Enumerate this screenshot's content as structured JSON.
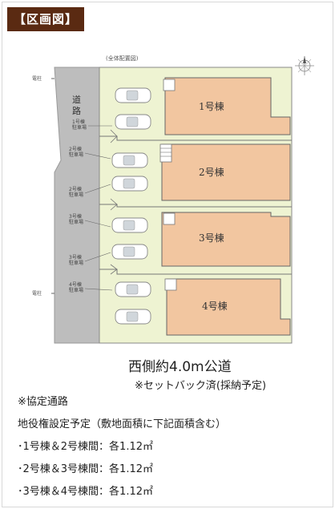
{
  "title": "【区画図】",
  "plan_caption": "(全体配置図)",
  "road": {
    "label_line1": "道",
    "label_line2": "路"
  },
  "road_markers": [
    "電柱",
    "電柱"
  ],
  "lots": [
    {
      "name": "1号棟"
    },
    {
      "name": "2号棟"
    },
    {
      "name": "3号棟"
    },
    {
      "name": "4号棟"
    }
  ],
  "parking_labels": [
    {
      "line1": "1号棟",
      "line2": "駐車場"
    },
    {
      "line1": "2号棟",
      "line2": "駐車場"
    },
    {
      "line1": "2号棟",
      "line2": "駐車場"
    },
    {
      "line1": "3号棟",
      "line2": "駐車場"
    },
    {
      "line1": "3号棟",
      "line2": "駐車場"
    },
    {
      "line1": "4号棟",
      "line2": "駐車場"
    }
  ],
  "road_caption": "西側約4.0m公道",
  "setback_caption": "※セットバック済(採納予定)",
  "notes": {
    "heading": "※協定通路",
    "line1": "地役権設定予定（敷地面積に下記面積含む）",
    "item1": "･1号棟＆2号棟間：各1.12㎡",
    "item2": "･2号棟＆3号棟間：各1.12㎡",
    "item3": "･3号棟＆4号棟間：各1.12㎡"
  },
  "colors": {
    "title_bg": "#5a2a12",
    "site_green": "#eef3d2",
    "house_fill": "#f2c6a0",
    "road_gray": "#bdbdbd"
  }
}
